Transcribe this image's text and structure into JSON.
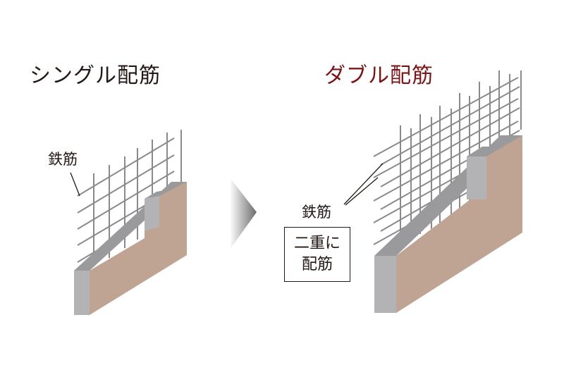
{
  "single": {
    "title": "シングル配筋",
    "rebar_label": "鉄筋"
  },
  "double": {
    "title": "ダブル配筋",
    "rebar_label": "鉄筋",
    "note_line1": "二重に",
    "note_line2": "配筋"
  },
  "colors": {
    "title_single": "#231815",
    "title_double": "#7a1416",
    "wall_face": "#bfa393",
    "wall_edge": "#b3b3b5",
    "wall_top": "#9a999b",
    "rebar": "#8a8a8c",
    "arrow": "#6e6e70"
  }
}
